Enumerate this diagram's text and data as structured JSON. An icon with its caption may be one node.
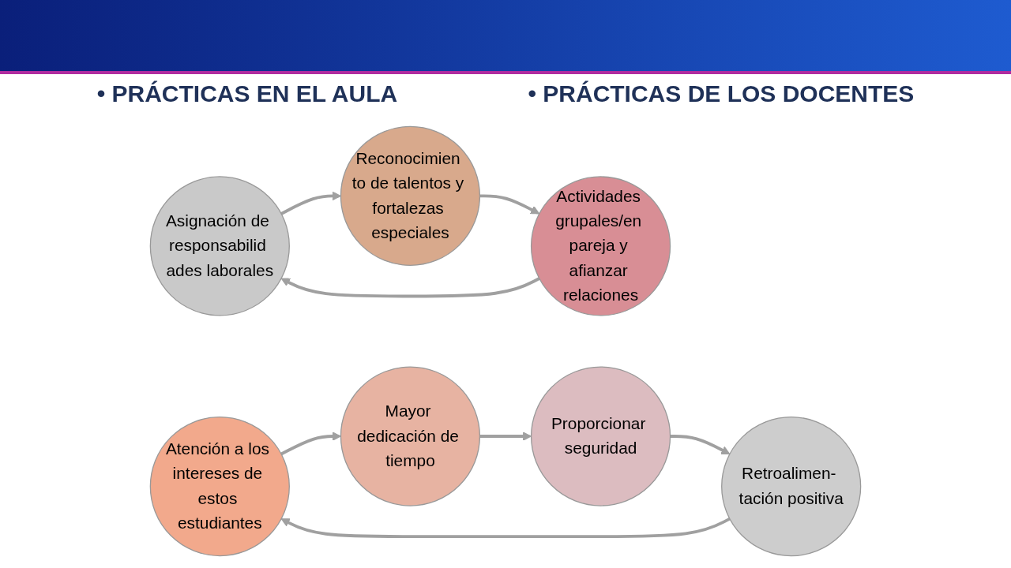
{
  "diagram": {
    "nodes": [
      {
        "text": [
          "Asignación de responsabilid ades laborales"
        ]
      },
      {
        "text": [
          "Reconocimien to de talentos y fortalezas especiales"
        ]
      },
      {
        "text": [
          "Actividades grupales/en pareja y afianzar relaciones"
        ]
      },
      {
        "text": [
          "Atención a los intereses de estos estudiantes"
        ]
      },
      {
        "text": [
          "Mayor dedicación de tiempo"
        ]
      },
      {
        "text": [
          "Proporcionar seguridad"
        ]
      },
      {
        "text": [
          "Retroalimen- tación positiva"
        ]
      }
    ],
    "edges": [
      {
        "from": 0,
        "to": 1,
        "arrow": "to"
      },
      {
        "from": 1,
        "to": 2,
        "arrow": "to"
      },
      {
        "from": 2,
        "to": 0,
        "arrow": "to"
      },
      {
        "from": 3,
        "to": 4,
        "arrow": "to"
      },
      {
        "from": 4,
        "to": 5,
        "arrow": "to"
      },
      {
        "from": 5,
        "to": 6,
        "arrow": "to"
      },
      {
        "from": 6,
        "to": 3,
        "arrow": "to"
      }
    ],
    "labels": [
      "• PRÁCTICAS EN EL AULA",
      "• PRÁCTICAS DE LOS DOCENTES"
    ]
  }
}
